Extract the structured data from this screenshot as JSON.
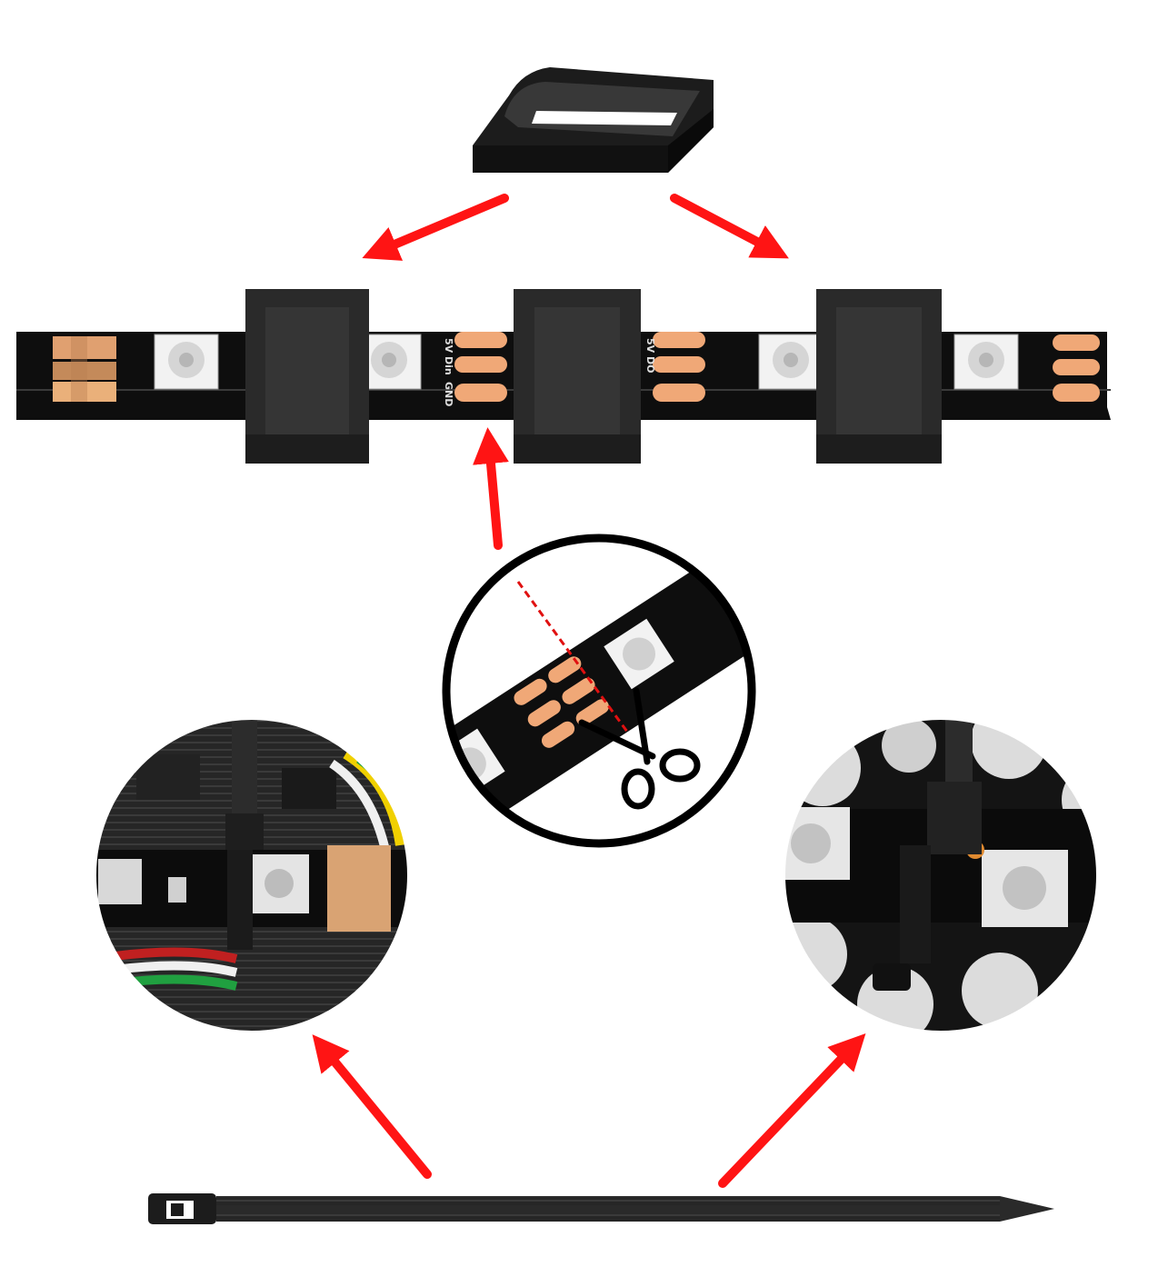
{
  "colors": {
    "arrow": "#ff1414",
    "pcb": "#0e0e0e",
    "pad": "#f0a877",
    "clip": "#2a2a2a",
    "circle_border": "#000000"
  },
  "strip_labels": {
    "supply_in": "5V Din",
    "supply_out": "5V DO",
    "ground": "GND"
  },
  "icons": [
    "clip-icon",
    "scissors-icon",
    "cable-tie-icon",
    "arrow-icon"
  ]
}
